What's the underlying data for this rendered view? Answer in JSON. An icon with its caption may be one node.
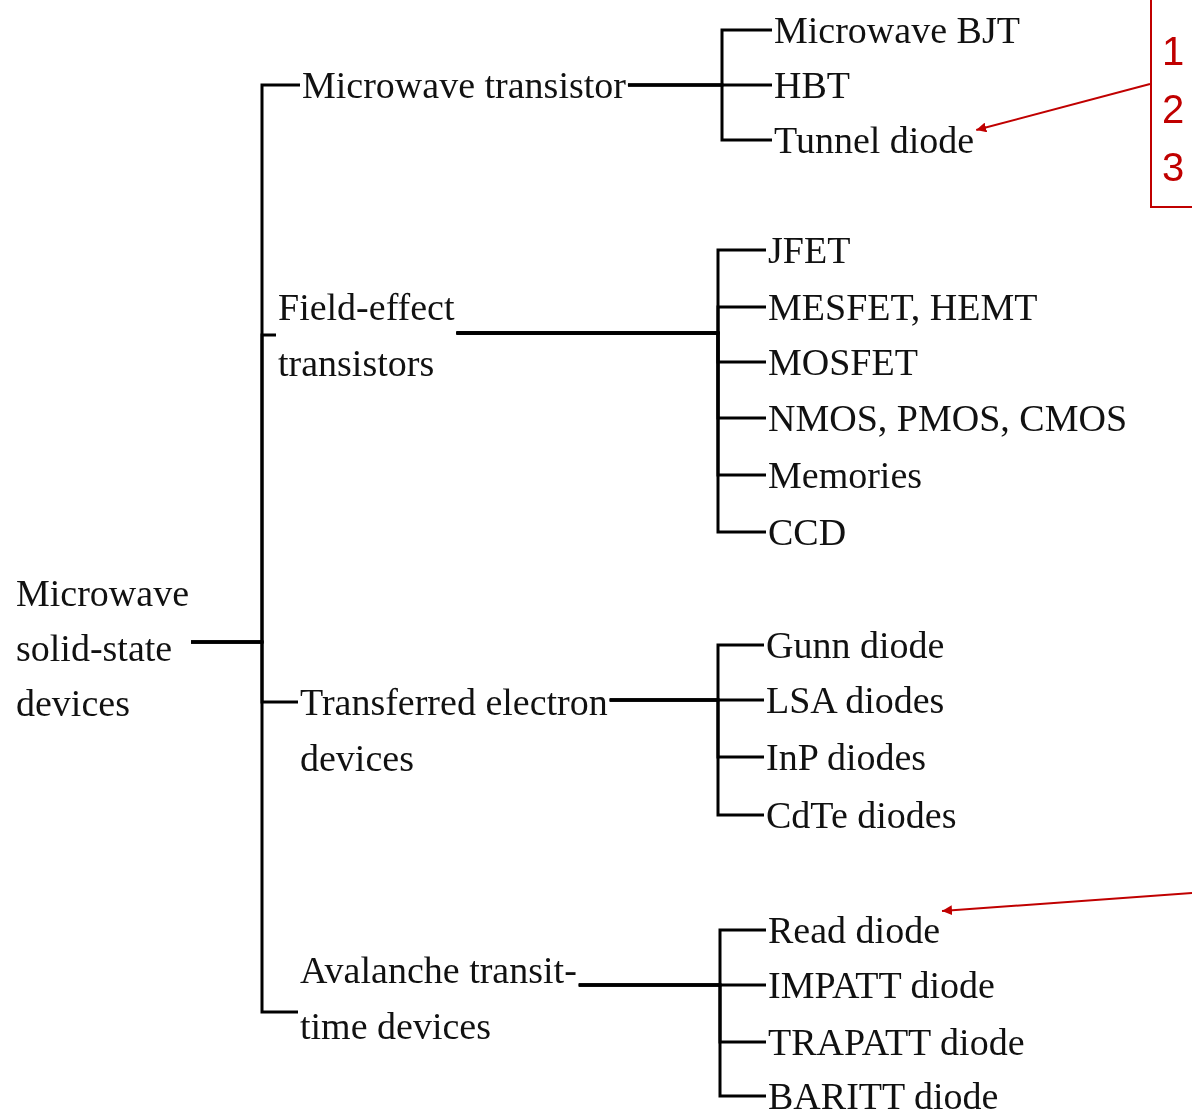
{
  "diagram": {
    "nodes": [
      {
        "text": [
          "Microwave solid-state devices"
        ]
      },
      {
        "text": [
          "Microwave transistor"
        ]
      },
      {
        "text": [
          "Microwave BJT"
        ]
      },
      {
        "text": [
          "HBT"
        ]
      },
      {
        "text": [
          "Tunnel diode"
        ]
      },
      {
        "text": [
          "Field-effect transistors"
        ]
      },
      {
        "text": [
          "JFET"
        ]
      },
      {
        "text": [
          "MESFET, HEMT"
        ]
      },
      {
        "text": [
          "MOSFET"
        ]
      },
      {
        "text": [
          "NMOS, PMOS, CMOS"
        ]
      },
      {
        "text": [
          "Memories"
        ]
      },
      {
        "text": [
          "CCD"
        ]
      },
      {
        "text": [
          "Transferred electron devices"
        ]
      },
      {
        "text": [
          "Gunn diode"
        ]
      },
      {
        "text": [
          "LSA diodes"
        ]
      },
      {
        "text": [
          "InP diodes"
        ]
      },
      {
        "text": [
          "CdTe diodes"
        ]
      },
      {
        "text": [
          "Avalanche transit-time devices"
        ]
      },
      {
        "text": [
          "Read diode"
        ]
      },
      {
        "text": [
          "IMPATT diode"
        ]
      },
      {
        "text": [
          "TRAPATT diode"
        ]
      },
      {
        "text": [
          "BARITT diode"
        ]
      },
      {
        "text": [
          "1",
          "2",
          "3"
        ]
      }
    ],
    "edges": [
      {
        "from": 0,
        "to": 1,
        "arrow": "none"
      },
      {
        "from": 0,
        "to": 5,
        "arrow": "none"
      },
      {
        "from": 0,
        "to": 12,
        "arrow": "none"
      },
      {
        "from": 0,
        "to": 17,
        "arrow": "none"
      },
      {
        "from": 1,
        "to": 2,
        "arrow": "none"
      },
      {
        "from": 1,
        "to": 3,
        "arrow": "none"
      },
      {
        "from": 1,
        "to": 4,
        "arrow": "none"
      },
      {
        "from": 5,
        "to": 6,
        "arrow": "none"
      },
      {
        "from": 5,
        "to": 7,
        "arrow": "none"
      },
      {
        "from": 5,
        "to": 8,
        "arrow": "none"
      },
      {
        "from": 5,
        "to": 9,
        "arrow": "none"
      },
      {
        "from": 5,
        "to": 10,
        "arrow": "none"
      },
      {
        "from": 5,
        "to": 11,
        "arrow": "none"
      },
      {
        "from": 12,
        "to": 13,
        "arrow": "none"
      },
      {
        "from": 12,
        "to": 14,
        "arrow": "none"
      },
      {
        "from": 12,
        "to": 15,
        "arrow": "none"
      },
      {
        "from": 12,
        "to": 16,
        "arrow": "none"
      },
      {
        "from": 17,
        "to": 18,
        "arrow": "none"
      },
      {
        "from": 17,
        "to": 19,
        "arrow": "none"
      },
      {
        "from": 17,
        "to": 20,
        "arrow": "none"
      },
      {
        "from": 17,
        "to": 21,
        "arrow": "none"
      },
      {
        "from": 22,
        "to": 4,
        "arrow": "to",
        "color": "#c00000"
      },
      {
        "from": null,
        "to": 18,
        "arrow": "to",
        "color": "#c00000"
      }
    ]
  }
}
